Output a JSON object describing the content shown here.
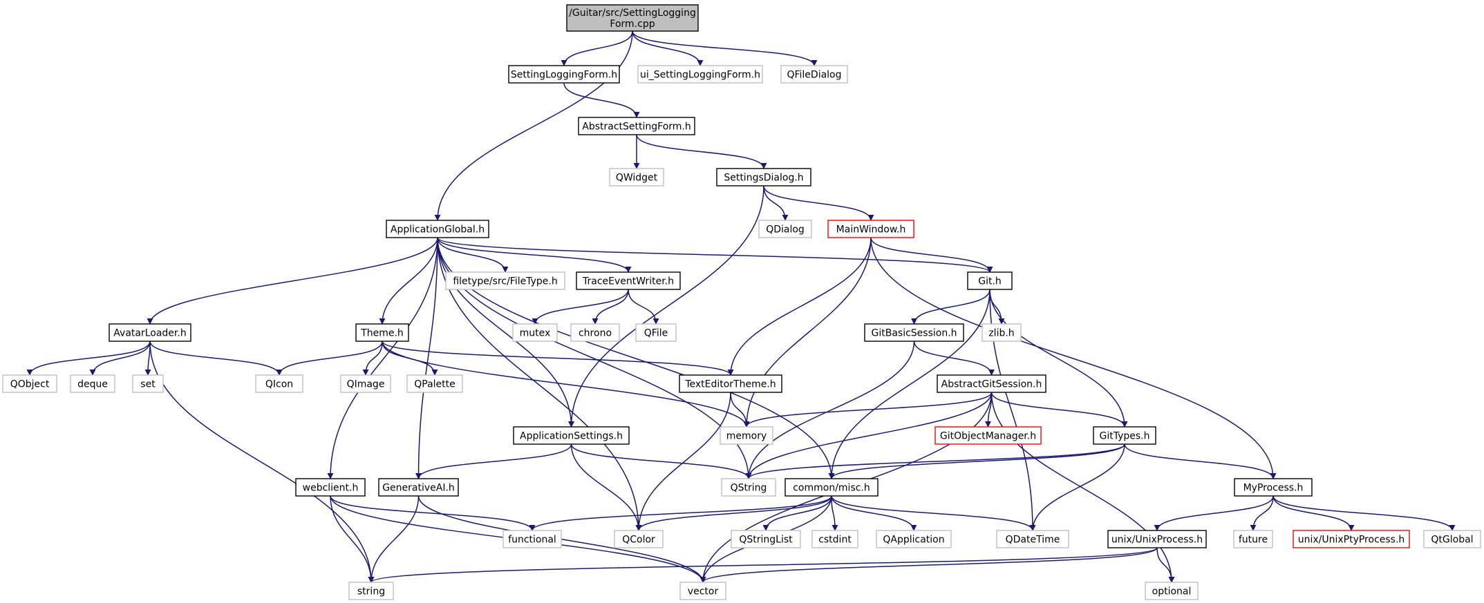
{
  "colors": {
    "edge": "#191970",
    "root_fill": "#bfbfbf",
    "root_border": "#000000",
    "documented_border": "#000000",
    "external_border": "#bfbfbf",
    "truncated_border": "#ff0000",
    "node_fill": "#ffffff"
  },
  "nodes": [
    {
      "id": "root",
      "label": [
        "/Guitar/src/SettingLogging",
        "Form.cpp"
      ],
      "kind": "root"
    },
    {
      "id": "settinglogging",
      "label": [
        "SettingLoggingForm.h"
      ],
      "kind": "documented"
    },
    {
      "id": "ui_setting",
      "label": [
        "ui_SettingLoggingForm.h"
      ],
      "kind": "external"
    },
    {
      "id": "qfiledialog",
      "label": [
        "QFileDialog"
      ],
      "kind": "external"
    },
    {
      "id": "abstractsetting",
      "label": [
        "AbstractSettingForm.h"
      ],
      "kind": "documented"
    },
    {
      "id": "qwidget",
      "label": [
        "QWidget"
      ],
      "kind": "external"
    },
    {
      "id": "settingsdialog",
      "label": [
        "SettingsDialog.h"
      ],
      "kind": "documented"
    },
    {
      "id": "qdialog",
      "label": [
        "QDialog"
      ],
      "kind": "external"
    },
    {
      "id": "mainwindow",
      "label": [
        "MainWindow.h"
      ],
      "kind": "truncated"
    },
    {
      "id": "appglobal",
      "label": [
        "ApplicationGlobal.h"
      ],
      "kind": "documented"
    },
    {
      "id": "filetype",
      "label": [
        "filetype/src/FileType.h"
      ],
      "kind": "external"
    },
    {
      "id": "traceevent",
      "label": [
        "TraceEventWriter.h"
      ],
      "kind": "documented"
    },
    {
      "id": "git",
      "label": [
        "Git.h"
      ],
      "kind": "documented"
    },
    {
      "id": "avatarloader",
      "label": [
        "AvatarLoader.h"
      ],
      "kind": "documented"
    },
    {
      "id": "theme",
      "label": [
        "Theme.h"
      ],
      "kind": "documented"
    },
    {
      "id": "mutex",
      "label": [
        "mutex"
      ],
      "kind": "external"
    },
    {
      "id": "chrono",
      "label": [
        "chrono"
      ],
      "kind": "external"
    },
    {
      "id": "qfile",
      "label": [
        "QFile"
      ],
      "kind": "external"
    },
    {
      "id": "gitbasic",
      "label": [
        "GitBasicSession.h"
      ],
      "kind": "documented"
    },
    {
      "id": "zlib",
      "label": [
        "zlib.h"
      ],
      "kind": "external"
    },
    {
      "id": "qobject",
      "label": [
        "QObject"
      ],
      "kind": "external"
    },
    {
      "id": "deque",
      "label": [
        "deque"
      ],
      "kind": "external"
    },
    {
      "id": "set",
      "label": [
        "set"
      ],
      "kind": "external"
    },
    {
      "id": "qicon",
      "label": [
        "QIcon"
      ],
      "kind": "external"
    },
    {
      "id": "qimage",
      "label": [
        "QImage"
      ],
      "kind": "external"
    },
    {
      "id": "qpalette",
      "label": [
        "QPalette"
      ],
      "kind": "external"
    },
    {
      "id": "texteditor",
      "label": [
        "TextEditorTheme.h"
      ],
      "kind": "documented"
    },
    {
      "id": "memory",
      "label": [
        "memory"
      ],
      "kind": "external"
    },
    {
      "id": "abstractgit",
      "label": [
        "AbstractGitSession.h"
      ],
      "kind": "documented"
    },
    {
      "id": "appsettings",
      "label": [
        "ApplicationSettings.h"
      ],
      "kind": "documented"
    },
    {
      "id": "gitobjmgr",
      "label": [
        "GitObjectManager.h"
      ],
      "kind": "truncated"
    },
    {
      "id": "gittypes",
      "label": [
        "GitTypes.h"
      ],
      "kind": "documented"
    },
    {
      "id": "webclient",
      "label": [
        "webclient.h"
      ],
      "kind": "documented"
    },
    {
      "id": "generativeai",
      "label": [
        "GenerativeAI.h"
      ],
      "kind": "documented"
    },
    {
      "id": "qstring",
      "label": [
        "QString"
      ],
      "kind": "external"
    },
    {
      "id": "misc",
      "label": [
        "common/misc.h"
      ],
      "kind": "documented"
    },
    {
      "id": "myprocess",
      "label": [
        "MyProcess.h"
      ],
      "kind": "documented"
    },
    {
      "id": "functional",
      "label": [
        "functional"
      ],
      "kind": "external"
    },
    {
      "id": "qcolor",
      "label": [
        "QColor"
      ],
      "kind": "external"
    },
    {
      "id": "qstringlist",
      "label": [
        "QStringList"
      ],
      "kind": "external"
    },
    {
      "id": "cstdint",
      "label": [
        "cstdint"
      ],
      "kind": "external"
    },
    {
      "id": "qapplication",
      "label": [
        "QApplication"
      ],
      "kind": "external"
    },
    {
      "id": "qdatetime",
      "label": [
        "QDateTime"
      ],
      "kind": "external"
    },
    {
      "id": "unixprocess",
      "label": [
        "unix/UnixProcess.h"
      ],
      "kind": "documented"
    },
    {
      "id": "future",
      "label": [
        "future"
      ],
      "kind": "external"
    },
    {
      "id": "unixpty",
      "label": [
        "unix/UnixPtyProcess.h"
      ],
      "kind": "truncated"
    },
    {
      "id": "qtglobal",
      "label": [
        "QtGlobal"
      ],
      "kind": "external"
    },
    {
      "id": "string",
      "label": [
        "string"
      ],
      "kind": "external"
    },
    {
      "id": "vector",
      "label": [
        "vector"
      ],
      "kind": "external"
    },
    {
      "id": "optional",
      "label": [
        "optional"
      ],
      "kind": "external"
    }
  ],
  "edges": [
    [
      "root",
      "settinglogging"
    ],
    [
      "root",
      "ui_setting"
    ],
    [
      "root",
      "qfiledialog"
    ],
    [
      "root",
      "appglobal"
    ],
    [
      "settinglogging",
      "abstractsetting"
    ],
    [
      "abstractsetting",
      "qwidget"
    ],
    [
      "abstractsetting",
      "settingsdialog"
    ],
    [
      "settingsdialog",
      "qdialog"
    ],
    [
      "settingsdialog",
      "mainwindow"
    ],
    [
      "settingsdialog",
      "appsettings"
    ],
    [
      "mainwindow",
      "git"
    ],
    [
      "mainwindow",
      "myprocess"
    ],
    [
      "mainwindow",
      "texteditor"
    ],
    [
      "mainwindow",
      "memory"
    ],
    [
      "appglobal",
      "avatarloader"
    ],
    [
      "appglobal",
      "webclient"
    ],
    [
      "appglobal",
      "generativeai"
    ],
    [
      "appglobal",
      "theme"
    ],
    [
      "appglobal",
      "appsettings"
    ],
    [
      "appglobal",
      "qcolor"
    ],
    [
      "appglobal",
      "filetype"
    ],
    [
      "appglobal",
      "traceevent"
    ],
    [
      "appglobal",
      "qstring"
    ],
    [
      "appglobal",
      "misc"
    ],
    [
      "appglobal",
      "git"
    ],
    [
      "traceevent",
      "mutex"
    ],
    [
      "traceevent",
      "chrono"
    ],
    [
      "traceevent",
      "qfile"
    ],
    [
      "git",
      "gitbasic"
    ],
    [
      "git",
      "zlib"
    ],
    [
      "git",
      "gittypes"
    ],
    [
      "git",
      "qdatetime"
    ],
    [
      "git",
      "misc"
    ],
    [
      "avatarloader",
      "qobject"
    ],
    [
      "avatarloader",
      "deque"
    ],
    [
      "avatarloader",
      "set"
    ],
    [
      "avatarloader",
      "qicon"
    ],
    [
      "avatarloader",
      "string"
    ],
    [
      "theme",
      "qicon"
    ],
    [
      "theme",
      "qimage"
    ],
    [
      "theme",
      "qpalette"
    ],
    [
      "theme",
      "texteditor"
    ],
    [
      "theme",
      "memory"
    ],
    [
      "gitbasic",
      "abstractgit"
    ],
    [
      "gitbasic",
      "qstring"
    ],
    [
      "abstractgit",
      "memory"
    ],
    [
      "abstractgit",
      "gitobjmgr"
    ],
    [
      "abstractgit",
      "gittypes"
    ],
    [
      "abstractgit",
      "qstring"
    ],
    [
      "abstractgit",
      "vector"
    ],
    [
      "abstractgit",
      "optional"
    ],
    [
      "texteditor",
      "memory"
    ],
    [
      "texteditor",
      "qcolor"
    ],
    [
      "appsettings",
      "generativeai"
    ],
    [
      "appsettings",
      "qcolor"
    ],
    [
      "appsettings",
      "qstring"
    ],
    [
      "gittypes",
      "qstring"
    ],
    [
      "gittypes",
      "misc"
    ],
    [
      "gittypes",
      "qdatetime"
    ],
    [
      "gittypes",
      "myprocess"
    ],
    [
      "webclient",
      "functional"
    ],
    [
      "webclient",
      "string"
    ],
    [
      "webclient",
      "vector"
    ],
    [
      "generativeai",
      "string"
    ],
    [
      "generativeai",
      "vector"
    ],
    [
      "misc",
      "functional"
    ],
    [
      "misc",
      "qcolor"
    ],
    [
      "misc",
      "qstringlist"
    ],
    [
      "misc",
      "cstdint"
    ],
    [
      "misc",
      "qapplication"
    ],
    [
      "misc",
      "qdatetime"
    ],
    [
      "misc",
      "vector"
    ],
    [
      "myprocess",
      "unixprocess"
    ],
    [
      "myprocess",
      "future"
    ],
    [
      "myprocess",
      "unixpty"
    ],
    [
      "myprocess",
      "qtglobal"
    ],
    [
      "unixprocess",
      "string"
    ],
    [
      "unixprocess",
      "vector"
    ],
    [
      "unixprocess",
      "optional"
    ]
  ]
}
